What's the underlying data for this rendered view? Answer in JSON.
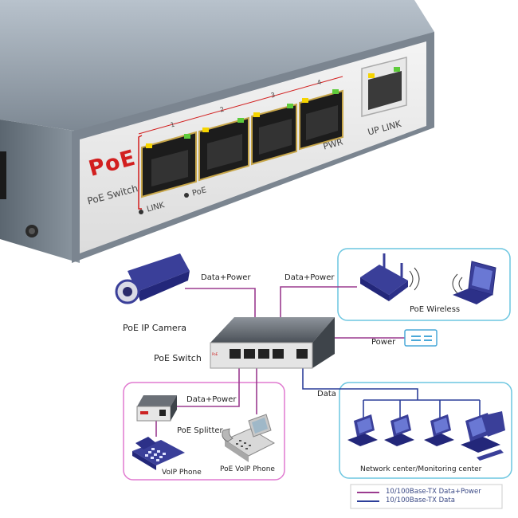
{
  "device": {
    "brand": "PoE",
    "brand_subtitle": "PoE Switch",
    "port_numbers": [
      "1",
      "2",
      "3",
      "4"
    ],
    "link_label": "LINK",
    "poe_label": "PoE",
    "pwr_label": "PWR",
    "uplink_label": "UP LINK"
  },
  "diagram": {
    "ip_camera": "PoE IP Camera",
    "switch": "PoE Switch",
    "wireless": "PoE Wireless",
    "splitter": "PoE  Splitter",
    "voip_phone": "VoIP Phone",
    "poe_voip_phone": "PoE VoIP Phone",
    "network_center": "Network center/Monitoring center",
    "links": {
      "camera": "Data+Power",
      "wireless": "Data+Power",
      "splitter": "Data+Power",
      "power": "Power",
      "network": "Data"
    }
  },
  "legend": {
    "items": [
      {
        "label": "10/100Base-TX Data+Power",
        "color": "#9b3b8f"
      },
      {
        "label": "10/100Base-TX Data",
        "color": "#2c3e9a"
      }
    ]
  },
  "colors": {
    "data_power_line": "#9b3b8f",
    "data_line": "#2c3e9a",
    "wireless_box": "#6cc6e0",
    "splitter_box": "#e07ad0",
    "network_box": "#6cc6e0",
    "brand_red": "#d21f1f"
  }
}
